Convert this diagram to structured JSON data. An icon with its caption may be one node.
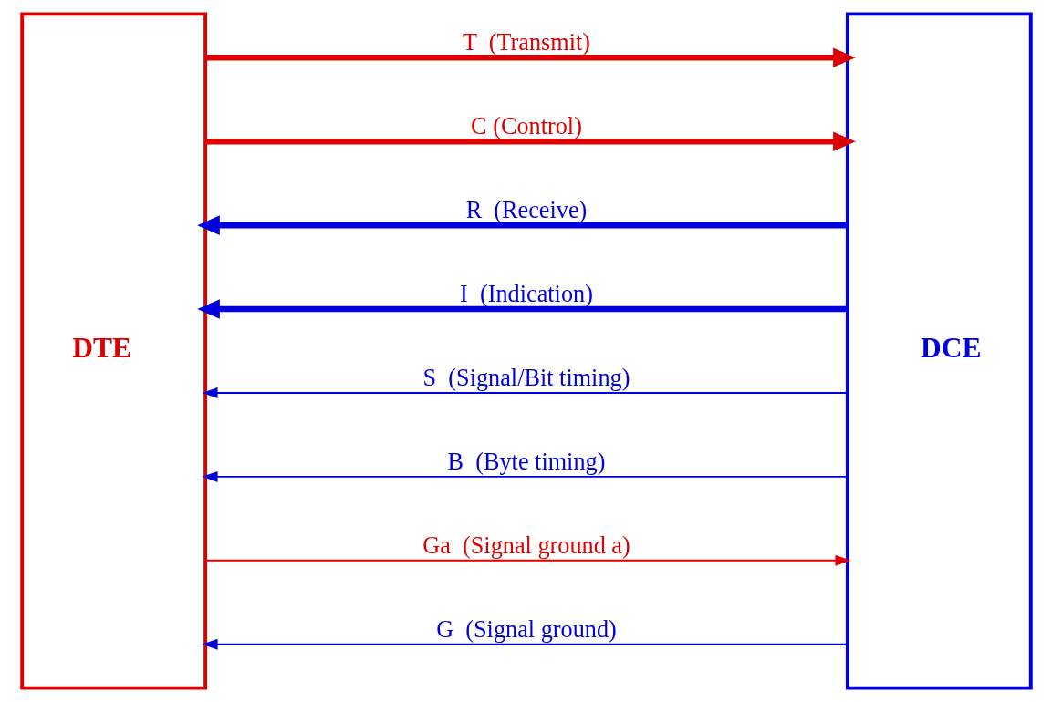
{
  "diagram": {
    "nodes": [
      {
        "text": [
          "DTE"
        ]
      },
      {
        "text": [
          "DCE"
        ]
      }
    ],
    "edges": [
      {
        "from": 0,
        "to": 1,
        "arrow": "to",
        "label": "T  (Transmit)",
        "style": "thick",
        "color": "#dd0000"
      },
      {
        "from": 0,
        "to": 1,
        "arrow": "to",
        "label": "C (Control)",
        "style": "thick",
        "color": "#dd0000"
      },
      {
        "from": 1,
        "to": 0,
        "arrow": "to",
        "label": "R  (Receive)",
        "style": "thick"
      },
      {
        "from": 1,
        "to": 0,
        "arrow": "to",
        "label": "I  (Indication)",
        "style": "thick"
      },
      {
        "from": 1,
        "to": 0,
        "arrow": "to",
        "label": "S  (Signal/Bit timing)"
      },
      {
        "from": 1,
        "to": 0,
        "arrow": "to",
        "label": "B  (Byte timing)"
      },
      {
        "from": 0,
        "to": 1,
        "arrow": "to",
        "label": "Ga  (Signal ground a)",
        "color": "#dd0000"
      },
      {
        "from": 1,
        "to": 0,
        "arrow": "to",
        "label": "G  (Signal ground)"
      }
    ]
  }
}
